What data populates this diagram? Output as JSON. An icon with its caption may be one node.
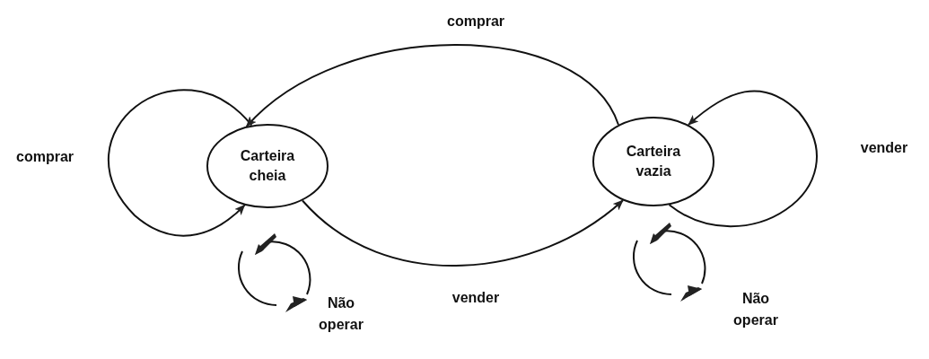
{
  "diagram": {
    "nodes": [
      {
        "text": [
          "Carteira cheia"
        ]
      },
      {
        "text": [
          "Carteira vazia"
        ]
      }
    ],
    "edges": [
      {
        "from": 0,
        "to": 0,
        "arrow": "to",
        "label": "comprar"
      },
      {
        "from": 1,
        "to": 0,
        "arrow": "to",
        "label": "comprar"
      },
      {
        "from": 0,
        "to": 1,
        "arrow": "to",
        "label": "vender"
      },
      {
        "from": 1,
        "to": 1,
        "arrow": "to",
        "label": "vender"
      }
    ],
    "labels": [
      "Não operar",
      "Não operar"
    ]
  }
}
